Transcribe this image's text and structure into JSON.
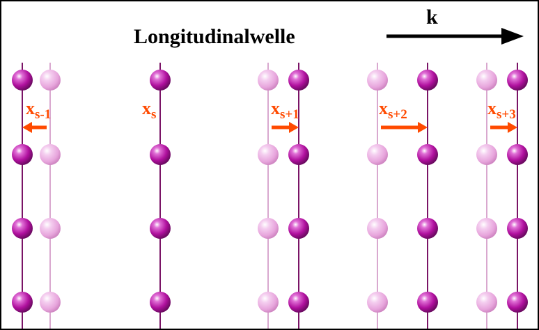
{
  "title": "Longitudinalwelle",
  "wave_vector_label": "k",
  "plane_labels": [
    {
      "base": "x",
      "sub": "s-1"
    },
    {
      "base": "x",
      "sub": "s"
    },
    {
      "base": "x",
      "sub": "s+1"
    },
    {
      "base": "x",
      "sub": "s+2"
    },
    {
      "base": "x",
      "sub": "s+3"
    }
  ],
  "displacement_directions": [
    "left",
    "none",
    "right",
    "right",
    "right"
  ],
  "colors": {
    "displaced_atom": "#b0109e",
    "equilibrium_atom": "#e7a5dc",
    "displaced_line": "#7a1466",
    "equilibrium_line": "#d9a8cf",
    "arrow": "#ff4a00",
    "wave_arrow": "#000000",
    "border": "#000000"
  }
}
